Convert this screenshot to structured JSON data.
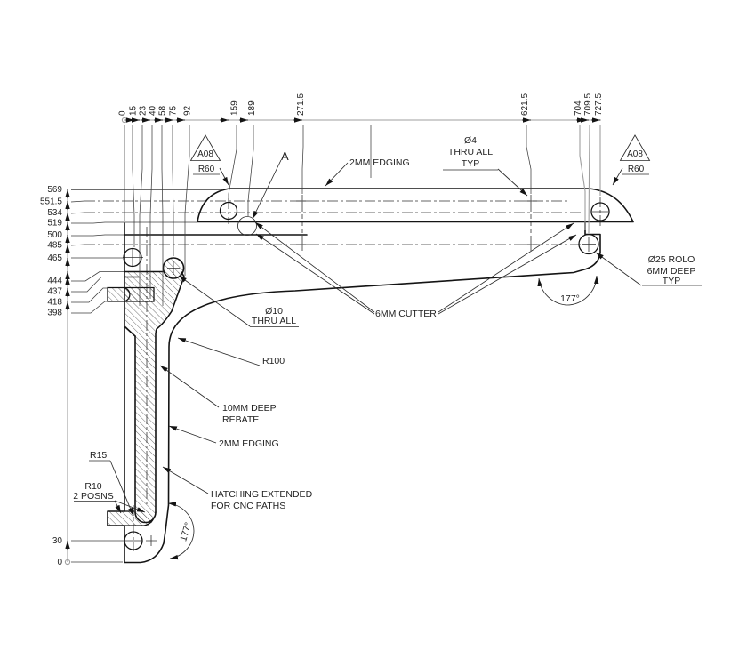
{
  "drawing_type": "cad-technical-drawing",
  "dims": {
    "top": [
      "0",
      "15",
      "23",
      "40",
      "58",
      "75",
      "92",
      "159",
      "189",
      "271.5",
      "621.5",
      "704",
      "709.5",
      "727.5"
    ],
    "left": [
      "569",
      "551.5",
      "534",
      "519",
      "500",
      "485",
      "465",
      "444",
      "437",
      "418",
      "398",
      "30",
      "0"
    ]
  },
  "labels": {
    "a08_left": "A08",
    "r60_left": "R60",
    "a08_right": "A08",
    "r60_right": "R60",
    "detail_a": "A",
    "edging_top": "2MM EDGING",
    "hole4": [
      "Ø4",
      "THRU ALL",
      "TYP"
    ],
    "cutter": "6MM CUTTER",
    "rolo": [
      "Ø25 ROLO",
      "6MM DEEP",
      "TYP"
    ],
    "angle_right": "177°",
    "hole10": [
      "Ø10",
      "THRU ALL"
    ],
    "r100": "R100",
    "rebate": [
      "10MM DEEP",
      "REBATE"
    ],
    "edging_left": "2MM EDGING",
    "hatching": [
      "HATCHING EXTENDED",
      "FOR CNC PATHS"
    ],
    "r15": "R15",
    "r10": [
      "R10",
      "2 POSNS"
    ],
    "angle_left": "177°"
  },
  "colors": {
    "line": "#141414",
    "dimension_line": "#9f9f9f",
    "text": "#1f1f1f",
    "background": "#ffffff"
  }
}
